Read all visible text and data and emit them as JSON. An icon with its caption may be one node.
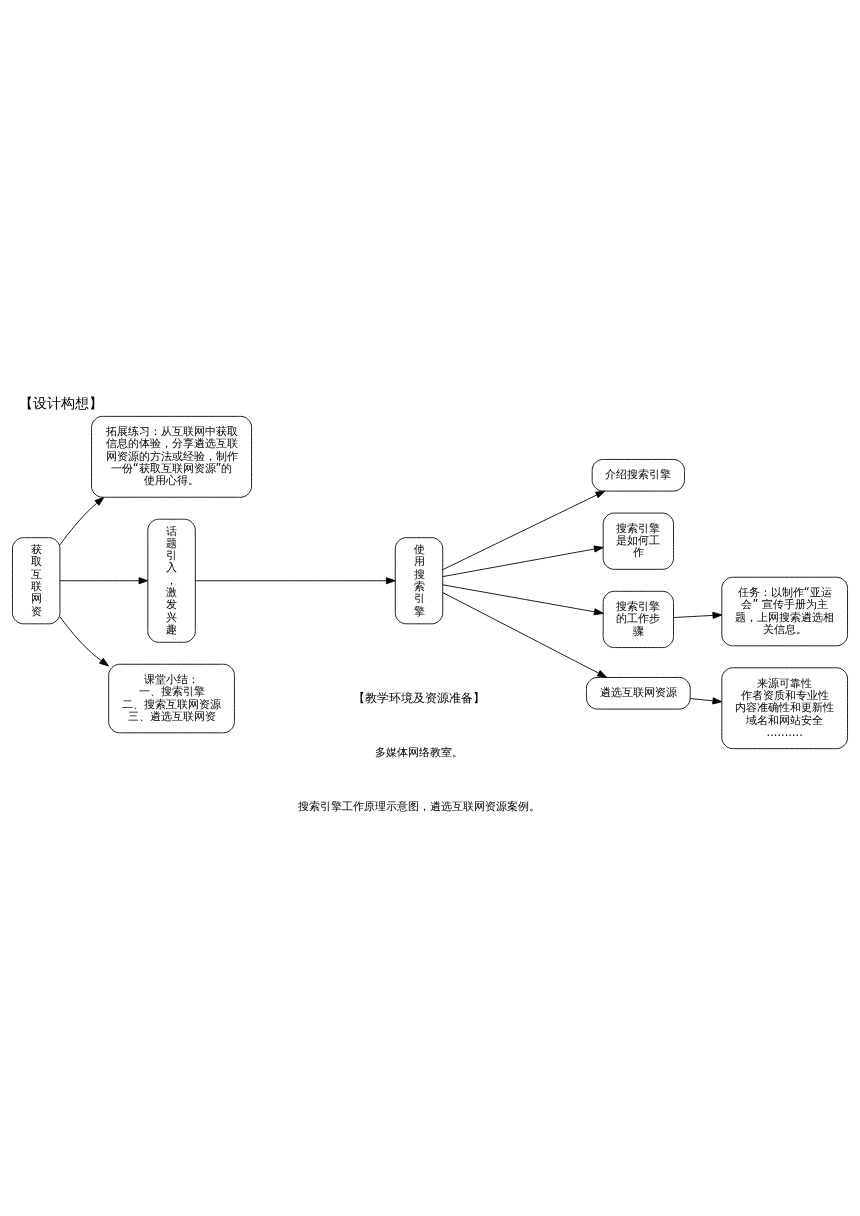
{
  "diagram": {
    "title": "【设计构想】",
    "nodes": [
      {
        "text": [
          "拓展练习：从互联网中获取信息的体验，分享遴选互联网资源的方法或经验，制作一份“获取互联网资源”的使用心得。"
        ]
      },
      {
        "text": [
          "获取互联网资"
        ]
      },
      {
        "text": [
          "话题引入，激发兴趣"
        ]
      },
      {
        "text": [
          "使用搜索引擎"
        ]
      },
      {
        "text": [
          "介绍搜索引擎"
        ]
      },
      {
        "text": [
          "搜索引擎是如何工作"
        ]
      },
      {
        "text": [
          "搜索引擎的工作步骤"
        ]
      },
      {
        "text": [
          "遴选互联网资源"
        ]
      },
      {
        "text": [
          "任务：以制作“亚运会” 宣传手册为主题，上网搜索遴选相关信息。"
        ]
      },
      {
        "text": [
          "来源可靠性",
          "作者资质和专业性",
          "内容准确性和更新性",
          "域名和网站安全",
          ".........."
        ]
      },
      {
        "text": [
          "课堂小结：",
          "一、搜索引擎",
          "二、搜索互联网资源",
          "三、遴选互联网资"
        ]
      }
    ],
    "edges": [
      {
        "from": 1,
        "to": 0,
        "arrow": "to"
      },
      {
        "from": 1,
        "to": 2,
        "arrow": "to"
      },
      {
        "from": 2,
        "to": 3,
        "arrow": "to"
      },
      {
        "from": 3,
        "to": 4,
        "arrow": "to"
      },
      {
        "from": 3,
        "to": 5,
        "arrow": "to"
      },
      {
        "from": 3,
        "to": 6,
        "arrow": "to"
      },
      {
        "from": 3,
        "to": 7,
        "arrow": "to"
      },
      {
        "from": 6,
        "to": 8,
        "arrow": "to"
      },
      {
        "from": 7,
        "to": 9,
        "arrow": "to"
      },
      {
        "from": 1,
        "to": 10,
        "arrow": "to"
      }
    ],
    "labels": [
      "【教学环境及资源准备】",
      "多媒体网络教室。",
      "搜索引擎工作原理示意图，遴选互联网资源案例。"
    ]
  }
}
